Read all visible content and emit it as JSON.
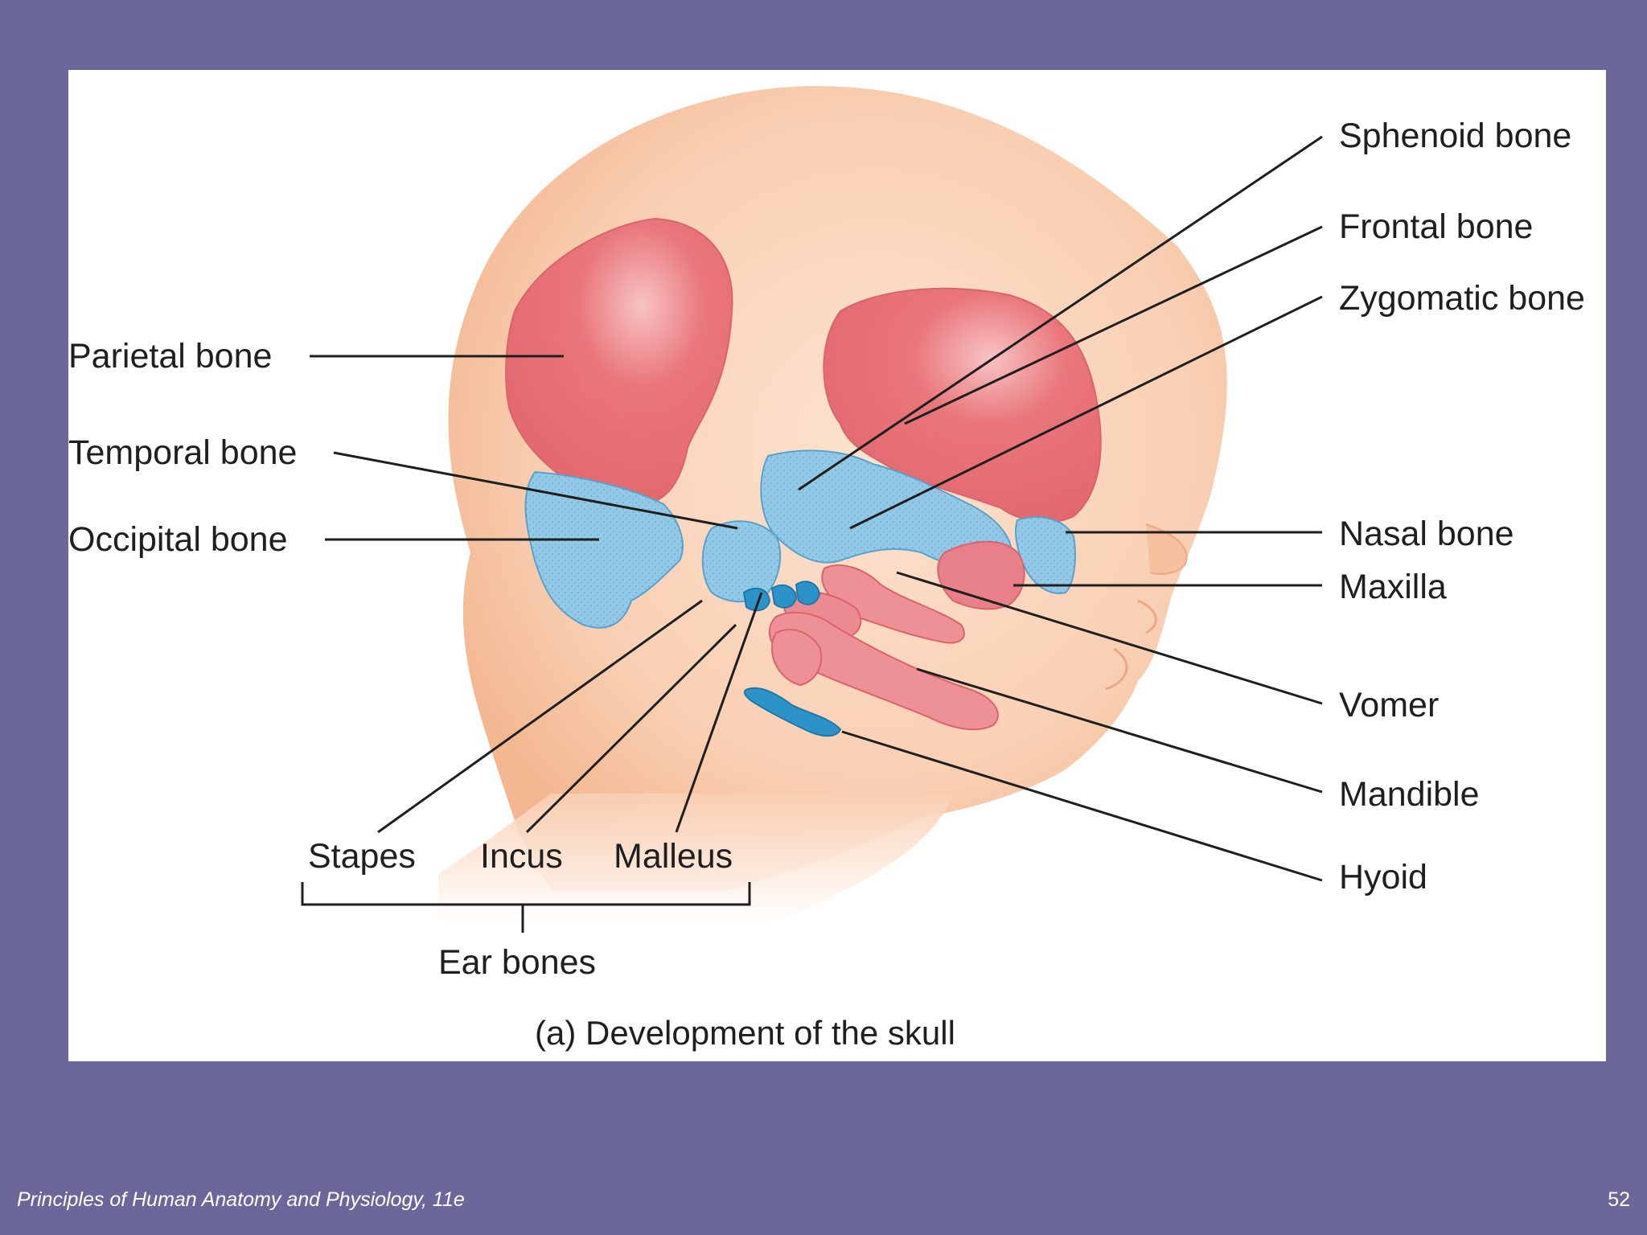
{
  "labels": {
    "sphenoid": "Sphenoid bone",
    "frontal": "Frontal bone",
    "zygomatic": "Zygomatic bone",
    "parietal": "Parietal bone",
    "temporal": "Temporal bone",
    "occipital": "Occipital bone",
    "nasal": "Nasal bone",
    "maxilla": "Maxilla",
    "vomer": "Vomer",
    "mandible": "Mandible",
    "hyoid": "Hyoid",
    "stapes": "Stapes",
    "incus": "Incus",
    "malleus": "Malleus",
    "ear_bones": "Ear bones"
  },
  "caption": "(a) Development of the skull",
  "footer": {
    "title": "Principles of Human Anatomy and Physiology, 11e",
    "page_number": "52"
  },
  "colors": {
    "background": "#6b679b",
    "panel": "#ffffff",
    "skin": "#f9cdb0",
    "cartilage_bone_red": "#e8737a",
    "cartilage_blue": "#8fc6e3",
    "ear_bone_blue": "#2c93c8"
  }
}
